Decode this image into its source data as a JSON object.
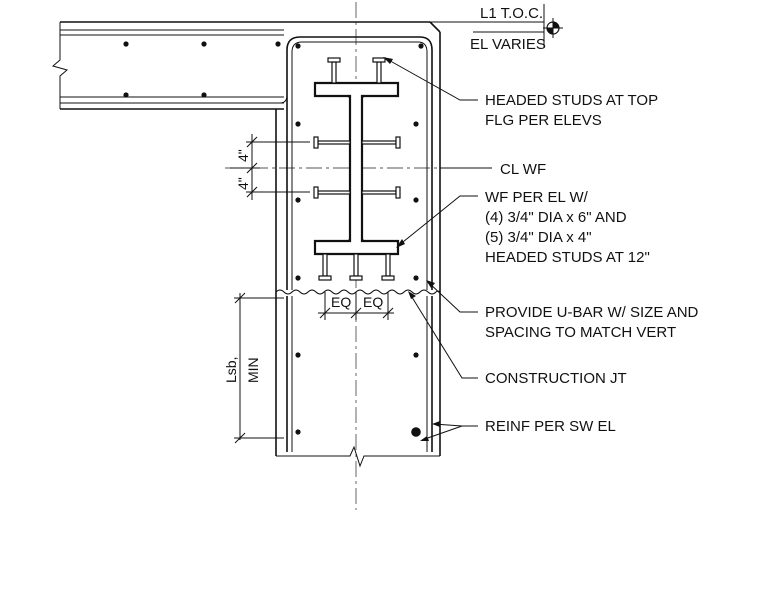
{
  "labels": {
    "toc_line1": "L1 T.O.C.",
    "toc_line2": "EL VARIES",
    "studs_top_1": "HEADED STUDS AT TOP",
    "studs_top_2": "FLG PER ELEVS",
    "cl_wf": "CL WF",
    "wf_1": "WF PER EL W/",
    "wf_2": "(4) 3/4\" DIA x 6\" AND",
    "wf_3": "(5) 3/4\" DIA x 4\"",
    "wf_4": "HEADED STUDS AT 12\"",
    "ubar_1": "PROVIDE U-BAR W/ SIZE AND",
    "ubar_2": "SPACING TO MATCH VERT",
    "construction_jt": "CONSTRUCTION JT",
    "reinf": "REINF PER SW EL"
  },
  "dimensions": {
    "four_in_a": "4\"",
    "four_in_b": "4\"",
    "eq_a": "EQ",
    "eq_b": "EQ",
    "lsb": "Lsb,",
    "min": "MIN"
  }
}
